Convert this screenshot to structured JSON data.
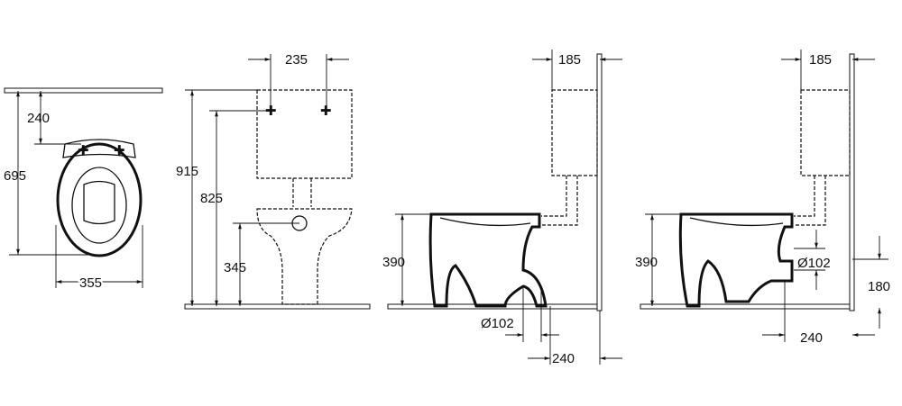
{
  "title": "Toilet dimension drawing",
  "views": {
    "top": {
      "bowl_length": "695",
      "fixing_distance": "240",
      "width": "355"
    },
    "front": {
      "tank_fixing_width": "235",
      "total_height": "915",
      "tank_fixing_height": "825",
      "inlet_height": "345"
    },
    "side_vertical_outlet": {
      "tank_depth": "185",
      "rim_height": "390",
      "outlet_diameter": "Ø102",
      "outlet_distance": "240"
    },
    "side_horizontal_outlet": {
      "tank_depth": "185",
      "rim_height": "390",
      "outlet_diameter": "Ø102",
      "outlet_height": "180",
      "outlet_distance": "240"
    }
  }
}
